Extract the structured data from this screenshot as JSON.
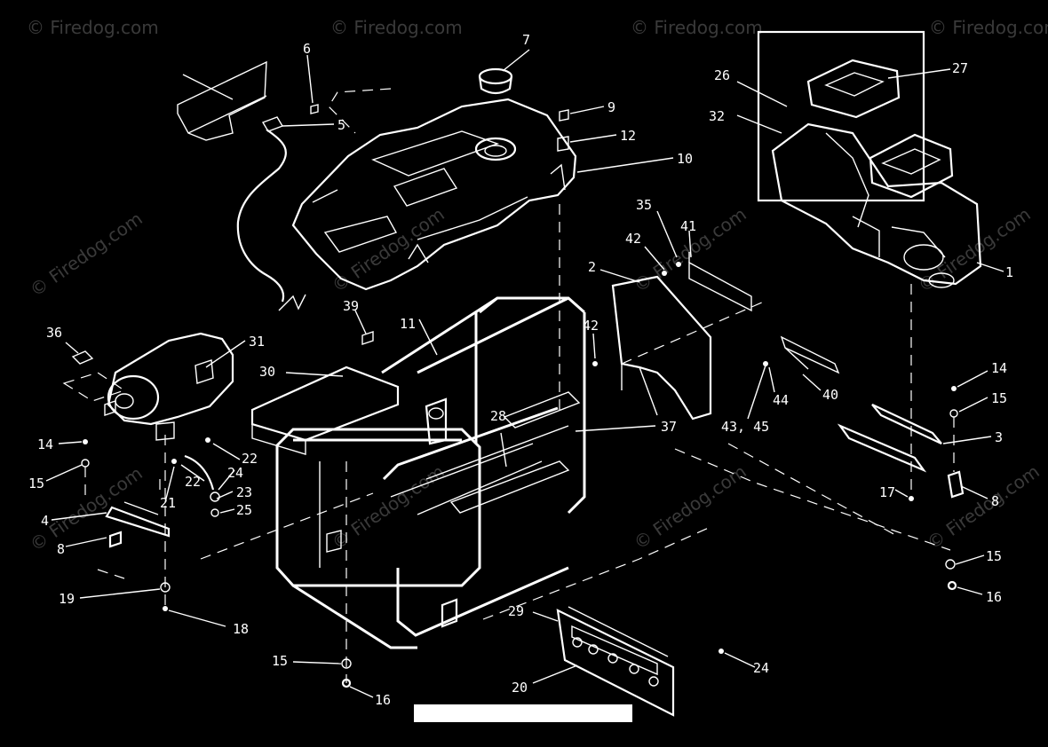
{
  "watermark": "© Firedog.com",
  "part_labels": [
    "1",
    "2",
    "3",
    "4",
    "5",
    "6",
    "7",
    "8",
    "8",
    "9",
    "10",
    "11",
    "12",
    "14",
    "14",
    "15",
    "15",
    "15",
    "15",
    "16",
    "16",
    "17",
    "18",
    "19",
    "20",
    "21",
    "22",
    "22",
    "23",
    "24",
    "24",
    "25",
    "26",
    "27",
    "28",
    "29",
    "30",
    "31",
    "32",
    "35",
    "36",
    "37",
    "39",
    "40",
    "41",
    "42",
    "42",
    "43, 45",
    "44"
  ],
  "colors": {
    "background": "#000000",
    "line": "#ffffff",
    "watermark": "#3a3a3a"
  }
}
